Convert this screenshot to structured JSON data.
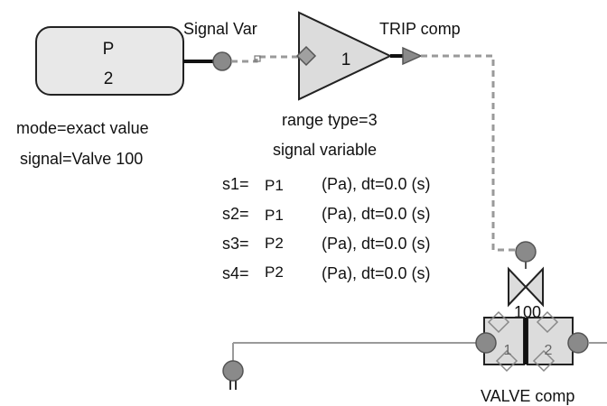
{
  "signal_block": {
    "name": "P",
    "number": "2"
  },
  "signal_var_label": "Signal Var",
  "trip_label": "TRIP comp",
  "trip_number": "1",
  "signal_info": {
    "mode": "mode=exact value",
    "signal": "signal=Valve 100"
  },
  "trip_info": {
    "range_type": "range type=3",
    "signal_variable": "signal variable",
    "rows": [
      {
        "key": "s1=",
        "var": "P1",
        "unit": "(Pa), dt=0.0 (s)"
      },
      {
        "key": "s2=",
        "var": "P1",
        "unit": "(Pa), dt=0.0 (s)"
      },
      {
        "key": "s3=",
        "var": "P2",
        "unit": "(Pa), dt=0.0 (s)"
      },
      {
        "key": "s4=",
        "var": "P2",
        "unit": "(Pa), dt=0.0 (s)"
      }
    ]
  },
  "valve": {
    "number": "100",
    "label": "VALVE comp",
    "port1": "1",
    "port2": "2"
  },
  "colors": {
    "block_fill": "#e8e8e8",
    "triangle_fill": "#dcdcdc",
    "port_fill": "#8a8a8a",
    "dashed_line": "#9a9a9a"
  }
}
